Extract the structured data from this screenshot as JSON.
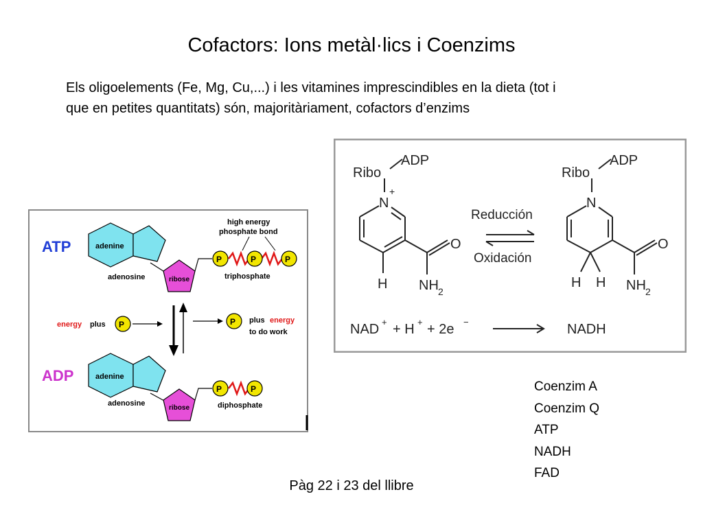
{
  "slide": {
    "title": "Cofactors: Ions metàl·lics i Coenzims",
    "intro_line1": "Els oligoelements (Fe, Mg, Cu,...) i les vitamines imprescindibles en la dieta (tot i",
    "intro_line2": "que en petites quantitats) són, majoritàriament, cofactors d’enzims",
    "footer": "Pàg 22 i 23 del llibre"
  },
  "atp_diagram": {
    "atp_label": "ATP",
    "adp_label": "ADP",
    "adenine": "adenine",
    "adenosine": "adenosine",
    "ribose": "ribose",
    "phosphate": "P",
    "high_energy_line1": "high energy",
    "high_energy_line2": "phosphate bond",
    "triphosphate": "triphosphate",
    "diphosphate": "diphosphate",
    "energy_word": "energy",
    "plus_word": "plus",
    "plus_word_right": "plus",
    "to_do_work": "to do work",
    "colors": {
      "title_blue": "#1f3dd6",
      "title_magenta": "#cc33cc",
      "adenine_fill": "#7fe3ef",
      "ribose_fill": "#e64fd8",
      "phosphate_fill": "#f2e600",
      "bond_red": "#e01818"
    }
  },
  "nad_diagram": {
    "ribo": "Ribo",
    "adp": "ADP",
    "n": "N",
    "plus_charge": "+",
    "o": "O",
    "nh": "NH",
    "sub2": "2",
    "h": "H",
    "reduction": "Reducción",
    "oxidation": "Oxidación",
    "eq_nad": "NAD",
    "eq_plus1": "+ H",
    "eq_plus2": "+ 2e",
    "eq_minus": "−",
    "eq_sup_plus": "+",
    "eq_product": "NADH"
  },
  "coenzymes": [
    "Coenzim A",
    "Coenzim Q",
    "ATP",
    "NADH",
    "FAD"
  ]
}
